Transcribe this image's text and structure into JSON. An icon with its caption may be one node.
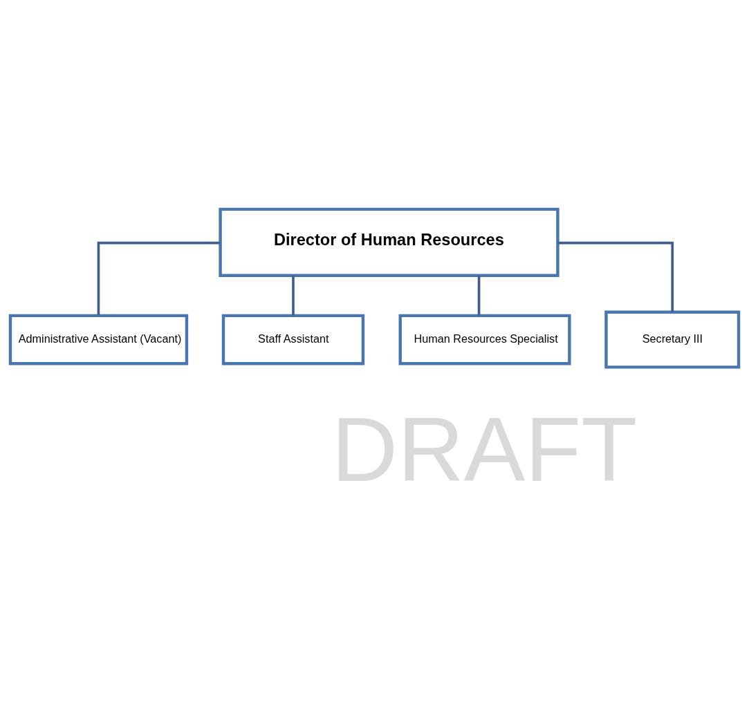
{
  "diagram": {
    "nodes": [
      {
        "text": [
          "Director of Human Resources"
        ]
      },
      {
        "text": [
          "Administrative Assistant (Vacant)"
        ]
      },
      {
        "text": [
          "Staff Assistant"
        ]
      },
      {
        "text": [
          "Human Resources Specialist"
        ]
      },
      {
        "text": [
          "Secretary III"
        ]
      }
    ],
    "edges": [
      {
        "from": 0,
        "to": 1,
        "arrow": "none"
      },
      {
        "from": 0,
        "to": 2,
        "arrow": "none"
      },
      {
        "from": 0,
        "to": 3,
        "arrow": "none"
      },
      {
        "from": 0,
        "to": 4,
        "arrow": "none"
      }
    ],
    "labels": [
      "DRAFT"
    ]
  }
}
